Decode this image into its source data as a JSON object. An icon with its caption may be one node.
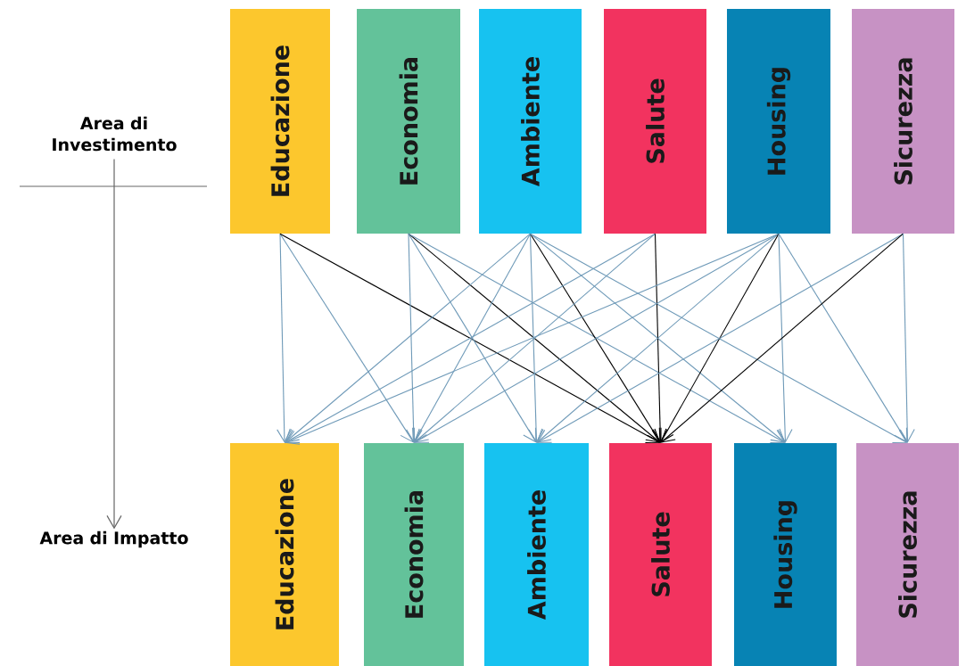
{
  "diagram": {
    "nodes": [
      {
        "text": [
          "Area di Investimento"
        ]
      },
      {
        "text": [
          "Area di Impatto"
        ]
      },
      {
        "text": [
          "Educazione"
        ]
      },
      {
        "text": [
          "Economia"
        ]
      },
      {
        "text": [
          "Ambiente"
        ]
      },
      {
        "text": [
          "Salute"
        ]
      },
      {
        "text": [
          "Housing"
        ]
      },
      {
        "text": [
          "Sicurezza"
        ]
      },
      {
        "text": [
          "Educazione"
        ]
      },
      {
        "text": [
          "Economia"
        ]
      },
      {
        "text": [
          "Ambiente"
        ]
      },
      {
        "text": [
          "Salute"
        ]
      },
      {
        "text": [
          "Housing"
        ]
      },
      {
        "text": [
          "Sicurezza"
        ]
      }
    ],
    "edges": [
      {
        "from": 0,
        "to": 1,
        "arrow": "to"
      },
      {
        "from": 2,
        "to": 8,
        "arrow": "to"
      },
      {
        "from": 2,
        "to": 9,
        "arrow": "to"
      },
      {
        "from": 2,
        "to": 11,
        "arrow": "to",
        "color": "#000000"
      },
      {
        "from": 3,
        "to": 9,
        "arrow": "to"
      },
      {
        "from": 3,
        "to": 10,
        "arrow": "to"
      },
      {
        "from": 3,
        "to": 11,
        "arrow": "to",
        "color": "#000000"
      },
      {
        "from": 3,
        "to": 12,
        "arrow": "to"
      },
      {
        "from": 4,
        "to": 8,
        "arrow": "to"
      },
      {
        "from": 4,
        "to": 9,
        "arrow": "to"
      },
      {
        "from": 4,
        "to": 10,
        "arrow": "to"
      },
      {
        "from": 4,
        "to": 11,
        "arrow": "to",
        "color": "#000000"
      },
      {
        "from": 4,
        "to": 12,
        "arrow": "to"
      },
      {
        "from": 4,
        "to": 13,
        "arrow": "to"
      },
      {
        "from": 5,
        "to": 8,
        "arrow": "to"
      },
      {
        "from": 5,
        "to": 9,
        "arrow": "to"
      },
      {
        "from": 5,
        "to": 11,
        "arrow": "to",
        "color": "#000000"
      },
      {
        "from": 6,
        "to": 8,
        "arrow": "to"
      },
      {
        "from": 6,
        "to": 9,
        "arrow": "to"
      },
      {
        "from": 6,
        "to": 10,
        "arrow": "to"
      },
      {
        "from": 6,
        "to": 11,
        "arrow": "to",
        "color": "#000000"
      },
      {
        "from": 6,
        "to": 12,
        "arrow": "to"
      },
      {
        "from": 6,
        "to": 13,
        "arrow": "to"
      },
      {
        "from": 7,
        "to": 10,
        "arrow": "to"
      },
      {
        "from": 7,
        "to": 11,
        "arrow": "to",
        "color": "#000000"
      },
      {
        "from": 7,
        "to": 13,
        "arrow": "to"
      }
    ]
  }
}
